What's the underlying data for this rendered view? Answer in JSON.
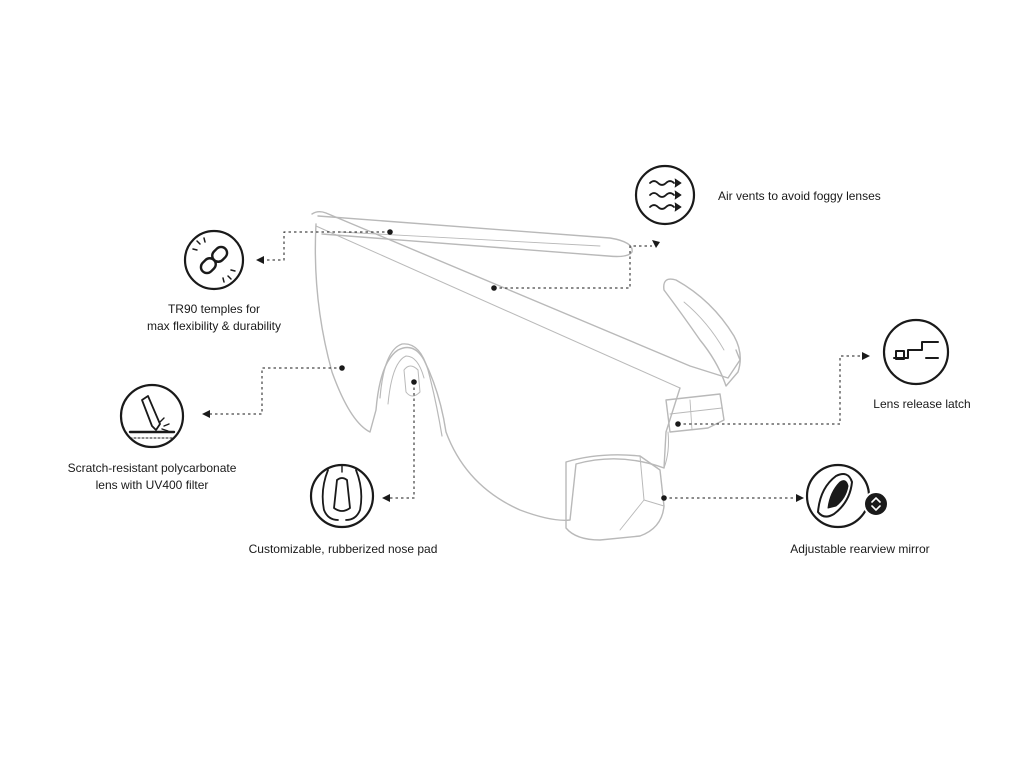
{
  "features": [
    {
      "id": "air-vents",
      "icon": "air-vents-icon",
      "lines": [
        "Air vents to avoid foggy lenses"
      ]
    },
    {
      "id": "tr90-temples",
      "icon": "chain-link-icon",
      "lines": [
        "TR90 temples for",
        "max flexibility & durability"
      ]
    },
    {
      "id": "lens-latch",
      "icon": "lens-release-latch-icon",
      "lines": [
        "Lens release latch"
      ]
    },
    {
      "id": "scratch-resistant",
      "icon": "scratch-resistant-lens-icon",
      "lines": [
        "Scratch-resistant polycarbonate",
        "lens with UV400 filter"
      ]
    },
    {
      "id": "nose-pad",
      "icon": "nose-pad-icon",
      "lines": [
        "Customizable, rubberized nose pad"
      ]
    },
    {
      "id": "rearview-mirror",
      "icon": "rearview-mirror-icon",
      "lines": [
        "Adjustable rearview mirror"
      ]
    }
  ],
  "colors": {
    "ink": "#1a1a1a",
    "line": "#b9b9b9",
    "background": "#ffffff"
  }
}
